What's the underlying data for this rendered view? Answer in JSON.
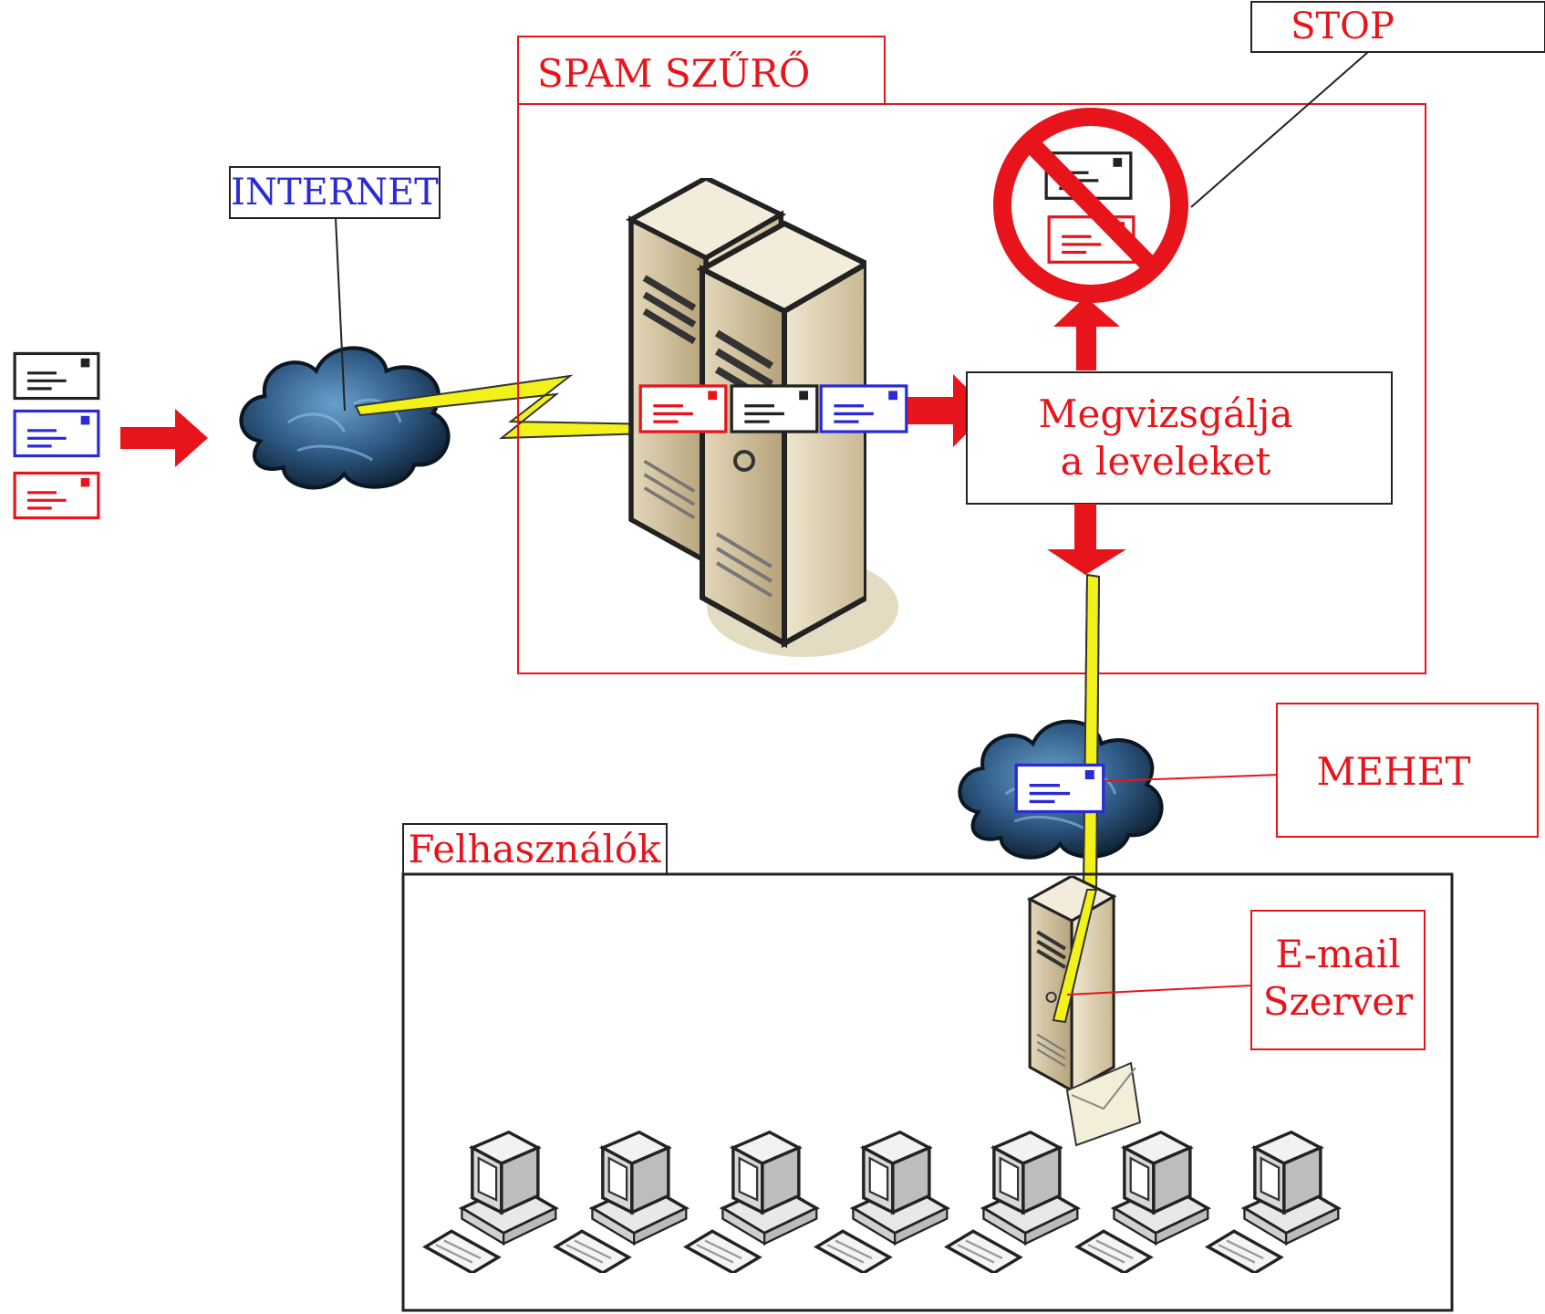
{
  "labels": {
    "internet": "INTERNET",
    "spam_filter": "SPAM SZŰRŐ",
    "stop": "STOP",
    "check_line1": "Megvizsgálja",
    "check_line2": "a leveleket",
    "go": "MEHET",
    "users": "Felhasználók",
    "server_line1": "E-mail",
    "server_line2": "Szerver"
  },
  "colors": {
    "red": "#e8141c",
    "blue": "#2b2bd6",
    "dark": "#222222",
    "yellow": "#f2f21a",
    "server_fill": "#ddd1b4",
    "cloud": "#3a6a98"
  },
  "envelopes": {
    "left_stack": [
      "dark",
      "blue",
      "red"
    ],
    "in_transit": [
      "red",
      "dark",
      "blue"
    ]
  },
  "workstation_count": 7
}
